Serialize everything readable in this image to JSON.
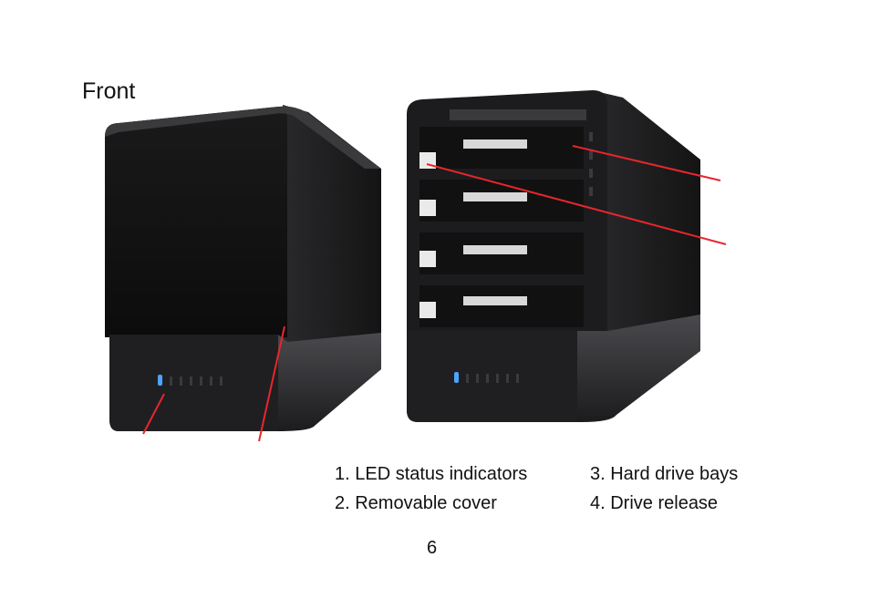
{
  "heading": "Front",
  "legend": [
    {
      "label": "1. LED status indicators"
    },
    {
      "label": "2. Removable cover"
    },
    {
      "label": "3. Hard drive bays"
    },
    {
      "label": "4. Drive release"
    }
  ],
  "page_number": "6",
  "colors": {
    "callout_line": "#e8262c",
    "enclosure": "#1c1c1e",
    "led_active": "#4da3ff"
  }
}
